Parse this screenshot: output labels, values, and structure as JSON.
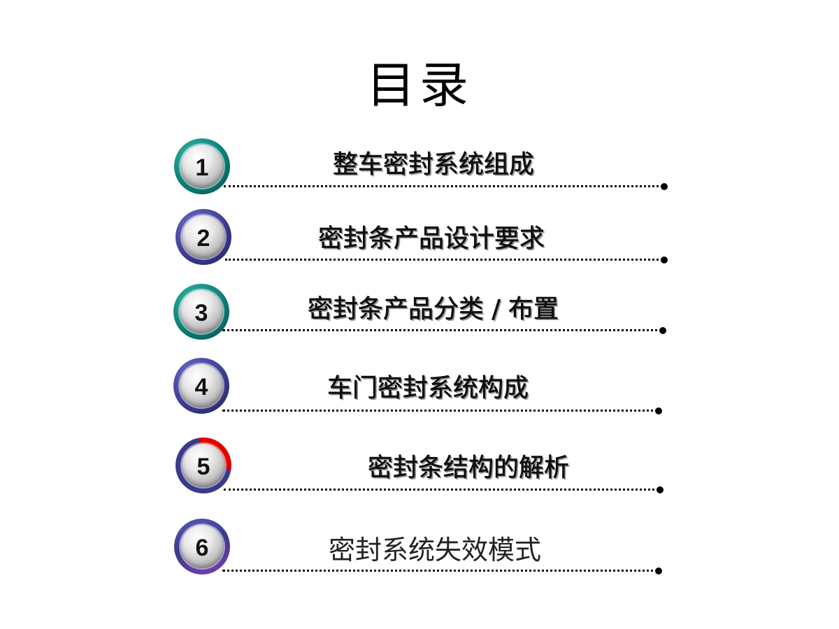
{
  "title": "目录",
  "items": [
    {
      "number": "1",
      "label": "整车密封系统组成",
      "ring_color": "#0c7a73"
    },
    {
      "number": "2",
      "label": "密封条产品设计要求",
      "ring_color": "#3a3a8c"
    },
    {
      "number": "3",
      "label": "密封条产品分类 / 布置",
      "ring_color": "#0c7a73"
    },
    {
      "number": "4",
      "label": "车门密封系统构成",
      "ring_color": "#3a3a8c"
    },
    {
      "number": "5",
      "label": "密封条结构的解析",
      "ring_color": "#3a3a8c",
      "accent_color": "#e00000"
    },
    {
      "number": "6",
      "label": "密封系统失效模式",
      "ring_color": "#3a3a8c",
      "accent_color": "#7b3fb0"
    }
  ]
}
